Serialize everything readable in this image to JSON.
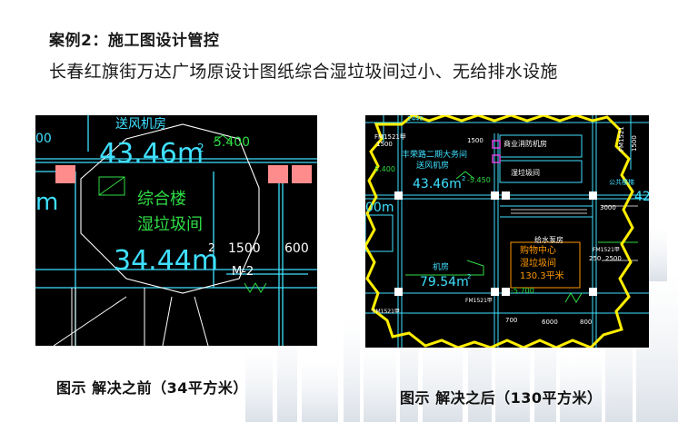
{
  "slide": {
    "title": "案例2：施工图设计管控",
    "subtitle": "长春红旗街万达广场原设计图纸综合湿垃圾间过小、无给排水设施"
  },
  "figure_before": {
    "caption": "图示  解决之前（34平方米）",
    "labels": {
      "top_room_name": "送风机房",
      "top_area": "43.46m",
      "top_level": "5.400",
      "room_name_line1": "综合楼",
      "room_name_line2": "湿垃圾间",
      "room_area": "34.44m",
      "superscript": "2",
      "dim_1": "1500",
      "dim_2": "600",
      "door_tag": "M-2",
      "edge_fragment_left": "00",
      "edge_fragment_m": "m"
    }
  },
  "figure_after": {
    "caption": "图示  解决之后（130平方米）",
    "labels": {
      "corner_dim": "2440",
      "tag_fm1": "FM1521甲",
      "tag_1500": "1500",
      "tag_1500b": "1500",
      "top_room": "丰荣路二期大务间",
      "top_room2": "送风机房",
      "top_area": "43.46m",
      "level_a": "5.400",
      "level_b": "-5.450",
      "level_c": "-5.700",
      "room_mid": "湿垃圾间",
      "room_mid2": "商业消防机房",
      "room_right": "给水泵房",
      "side_tag": "FM1521",
      "side_tag2": "1500",
      "left_fragment": "00m",
      "room_center": "购物中心",
      "room_center2": "湿垃圾间",
      "room_center_area": "130.3平米",
      "room_lower": "机房",
      "room_lower_area": "79.54m",
      "superscript": "2",
      "dim_700": "700",
      "dim_6000": "6000",
      "dim_3000": "3000",
      "dim_2500": "2500",
      "dim_250": "250",
      "dim_800": "800",
      "right_fragment": "42",
      "right_fragment2": "公共楼梯",
      "fm_tag_b": "FM1521甲",
      "fm_tag_c": "FM1521甲",
      "fm_tag_d": "FM1521甲"
    }
  },
  "colors": {
    "cad_background": "#000000",
    "cad_cyan": "#3fe0ff",
    "cad_green": "#2fdc45",
    "cad_white": "#ffffff",
    "cad_yellow": "#ffee00",
    "cad_red_blocks": "#ff8c8c",
    "cad_magenta": "#e040e0",
    "cad_orange": "#ff9900"
  }
}
